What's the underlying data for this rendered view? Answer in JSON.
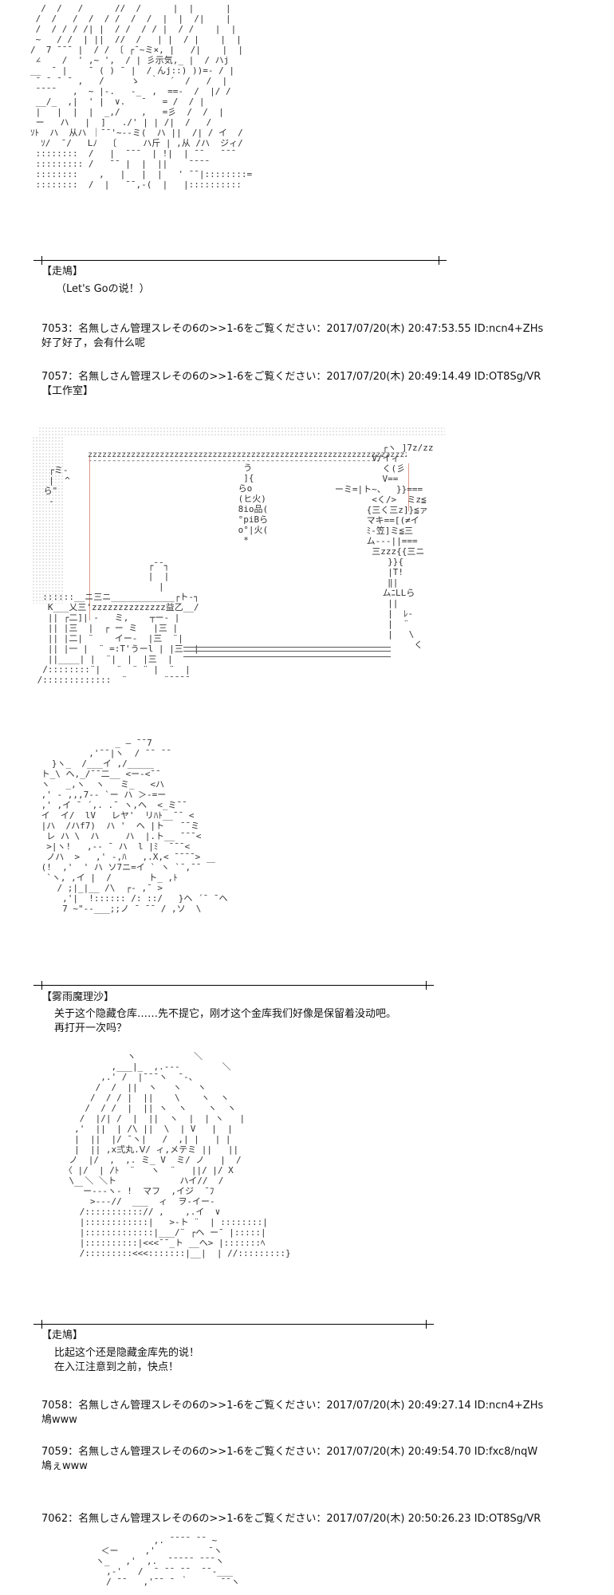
{
  "panels": [
    {
      "speaker": "【走鳩】",
      "lines": [
        "（Let's Goの说！）"
      ]
    },
    {
      "speaker": "【雾雨魔理沙】",
      "lines": [
        "关于这个隐藏仓库……先不提它，刚才这个金库我们好像是保留着没动吧。",
        "再打开一次吗？"
      ]
    },
    {
      "speaker": "【走鳩】",
      "lines": [
        "比起这个还是隐藏金库先的说！",
        "在入江注意到之前，快点！"
      ]
    }
  ],
  "posts": [
    {
      "header": "7053：名無しさん管理スレその6の>>1-6をご覧ください：2017/07/20(木) 20:47:53.55 ID:ncn4+ZHs",
      "body": "好了好了，会有什么呢"
    },
    {
      "header": "7057：名無しさん管理スレその6の>>1-6をご覧ください：2017/07/20(木) 20:49:14.49 ID:OT8Sg/VR",
      "body": "【工作室】"
    },
    {
      "header": "7058：名無しさん管理スレその6の>>1-6をご覧ください：2017/07/20(木) 20:49:27.14 ID:ncn4+ZHs",
      "body": "鳩www"
    },
    {
      "header": "7059：名無しさん管理スレその6の>>1-6をご覧ください：2017/07/20(木) 20:49:54.70 ID:fxc8/nqW",
      "body": "鳩ぇwww"
    },
    {
      "header": "7062：名無しさん管理スレその6の>>1-6をご覧ください：2017/07/20(木) 20:50:26.23 ID:OT8Sg/VR",
      "body": ""
    }
  ],
  "workshop_sign": {
    "left_a": "ら\"",
    "center_a": "らο",
    "center_b": "(ヒ火)",
    "center_c": "8io品(",
    "center_d": "°piBら",
    "center_e": "o°|火(",
    "right_a": "V/イィ",
    "right_b": "V==",
    "right_c": "ミ=|ト~、",
    "right_d": "マキ==[(≠イ",
    "right_e": "ム-‐‐||===",
    "right_f": "ムﾆLLら",
    "right_g": "ﾚ-"
  }
}
